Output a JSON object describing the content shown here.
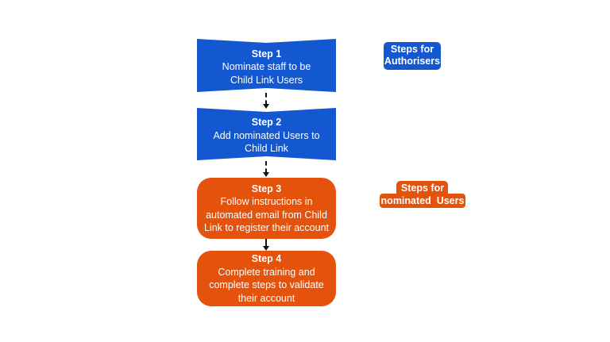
{
  "steps": [
    {
      "title": "Step 1",
      "text": "Nominate staff to be Child Link Users"
    },
    {
      "title": "Step 2",
      "text": "Add nominated Users to Child Link"
    },
    {
      "title": "Step 3",
      "text": "Follow instructions in automated email from Child Link to register their account"
    },
    {
      "title": "Step 4",
      "text": "Complete training and complete steps to validate their account"
    }
  ],
  "labels": {
    "authorisers_line1": "Steps for",
    "authorisers_line2": "Authorisers",
    "users_line1": "Steps for",
    "users_line2": "nominated  Users"
  },
  "colors": {
    "authoriser_blue": "#1358d1",
    "user_orange": "#e4520b"
  }
}
